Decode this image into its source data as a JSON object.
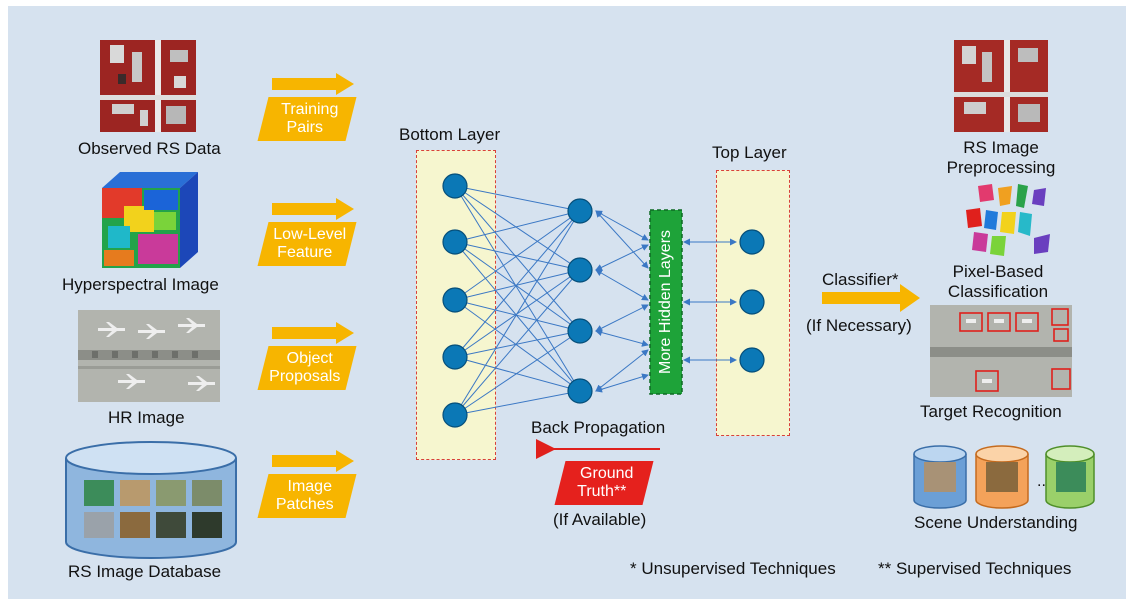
{
  "inputs": [
    "Observed RS Data",
    "Hyperspectral Image",
    "HR Image",
    "RS Image Database"
  ],
  "features": [
    {
      "line1": "Training",
      "line2": "Pairs"
    },
    {
      "line1": "Low-Level",
      "line2": "Feature"
    },
    {
      "line1": "Object",
      "line2": "Proposals"
    },
    {
      "line1": "Image",
      "line2": "Patches"
    }
  ],
  "network": {
    "bottom_layer": "Bottom Layer",
    "top_layer": "Top Layer",
    "more_hidden_layers": "More Hidden Layers",
    "back_propagation": "Back Propagation",
    "ground_truth_line1": "Ground",
    "ground_truth_line2": "Truth**",
    "if_available": "(If Available)"
  },
  "classifier": {
    "label": "Classifier*",
    "note": "(If Necessary)"
  },
  "outputs": {
    "preprocessing": {
      "line1": "RS Image",
      "line2": "Preprocessing"
    },
    "pixel_classification": {
      "line1": "Pixel-Based",
      "line2": "Classification"
    },
    "target_recognition": "Target Recognition",
    "scene_ellipsis": "...",
    "scene_understanding": "Scene Understanding"
  },
  "footnotes": [
    "* Unsupervised Techniques",
    "** Supervised Techniques"
  ],
  "colors": {
    "background": "#d6e2ef",
    "tag_yellow": "#f7b500",
    "ground_truth_red": "#e5211d",
    "node_blue": "#0b78b6",
    "hidden_layers_green": "#1ea339",
    "layer_box_fill": "#f6f6cf",
    "layer_box_border": "#d8403a"
  }
}
